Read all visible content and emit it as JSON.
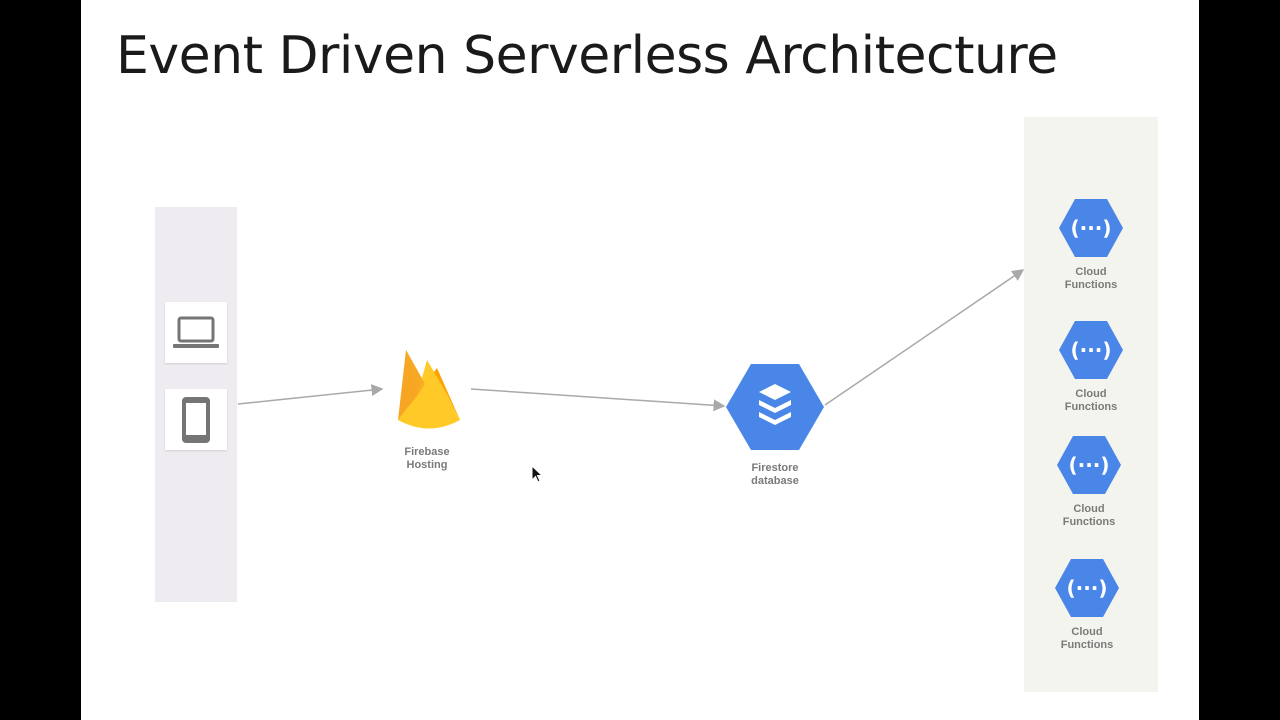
{
  "slide": {
    "title": "Event Driven Serverless Architecture"
  },
  "client": {
    "devices": [
      {
        "icon": "laptop-icon"
      },
      {
        "icon": "phone-icon"
      }
    ]
  },
  "hosting": {
    "label_line1": "Firebase",
    "label_line2": "Hosting",
    "icon": "firebase-flame-icon"
  },
  "database": {
    "label_line1": "Firestore",
    "label_line2": "database",
    "icon": "firestore-icon"
  },
  "functions": [
    {
      "label_line1": "Cloud",
      "label_line2": "Functions",
      "icon": "cloud-functions-icon"
    },
    {
      "label_line1": "Cloud",
      "label_line2": "Functions",
      "icon": "cloud-functions-icon"
    },
    {
      "label_line1": "Cloud",
      "label_line2": "Functions",
      "icon": "cloud-functions-icon"
    },
    {
      "label_line1": "Cloud",
      "label_line2": "Functions",
      "icon": "cloud-functions-icon"
    }
  ],
  "colors": {
    "gcp_blue": "#4a86e8",
    "firebase_yellow": "#ffca28",
    "firebase_orange": "#f6a623",
    "arrow_gray": "#a9a9a9",
    "client_panel": "#eeebf1",
    "functions_panel": "#f4f4ee"
  }
}
